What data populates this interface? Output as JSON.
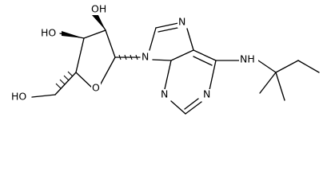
{
  "molecule": {
    "atom_labels": {
      "oh_top": "OH",
      "ho_left": "HO",
      "ho_bottom": "HO",
      "o_ring": "O",
      "n9": "N",
      "n7": "N",
      "n3": "N",
      "n1": "N",
      "nh": "NH"
    },
    "colors": {
      "bond": "#000000",
      "text": "#000000",
      "background": "#ffffff"
    }
  }
}
